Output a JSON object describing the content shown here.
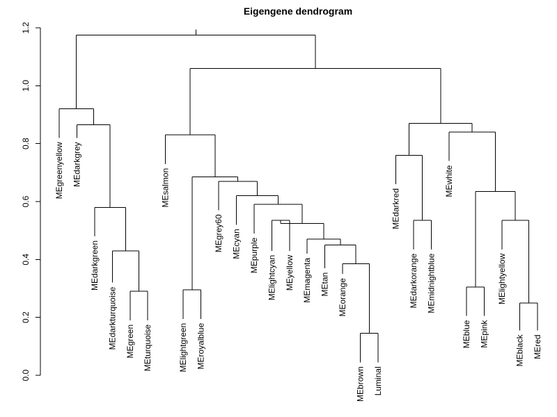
{
  "chart_data": {
    "type": "dendrogram",
    "title": "Eigengene dendrogram",
    "xlabel": "",
    "ylabel": "",
    "ylim": [
      0,
      1.2
    ],
    "yticks": [
      0.0,
      0.2,
      0.4,
      0.6,
      0.8,
      1.0,
      1.2
    ],
    "ytick_labels": [
      "0.0",
      "0.2",
      "0.4",
      "0.6",
      "0.8",
      "1.0",
      "1.2"
    ],
    "leaves": [
      {
        "id": "MEgreenyellow",
        "label": "MEgreenyellow",
        "height": 0.82
      },
      {
        "id": "MEdarkgrey",
        "label": "MEdarkgrey",
        "height": 0.82
      },
      {
        "id": "MEdarkgreen",
        "label": "MEdarkgreen",
        "height": 0.48
      },
      {
        "id": "MEdarkturquoise",
        "label": "MEdarkturquoise",
        "height": 0.32
      },
      {
        "id": "MEgreen",
        "label": "MEgreen",
        "height": 0.19
      },
      {
        "id": "MEturquoise",
        "label": "MEturquoise",
        "height": 0.19
      },
      {
        "id": "MEsalmon",
        "label": "MEsalmon",
        "height": 0.73
      },
      {
        "id": "MElightgreen",
        "label": "MElightgreen",
        "height": 0.195
      },
      {
        "id": "MEroyalblue",
        "label": "MEroyalblue",
        "height": 0.195
      },
      {
        "id": "MEgrey60",
        "label": "MEgrey60",
        "height": 0.57
      },
      {
        "id": "MEcyan",
        "label": "MEcyan",
        "height": 0.52
      },
      {
        "id": "MEpurple",
        "label": "MEpurple",
        "height": 0.49
      },
      {
        "id": "MElightcyan",
        "label": "MElightcyan",
        "height": 0.43
      },
      {
        "id": "MEyellow",
        "label": "MEyellow",
        "height": 0.43
      },
      {
        "id": "MEmagenta",
        "label": "MEmagenta",
        "height": 0.42
      },
      {
        "id": "MEtan",
        "label": "MEtan",
        "height": 0.37
      },
      {
        "id": "MEorange",
        "label": "MEorange",
        "height": 0.35
      },
      {
        "id": "MEbrown",
        "label": "MEbrown",
        "height": 0.045
      },
      {
        "id": "Luminal",
        "label": "Luminal",
        "height": 0.045
      },
      {
        "id": "MEdarkred",
        "label": "MEdarkred",
        "height": 0.66
      },
      {
        "id": "MEdarkorange",
        "label": "MEdarkorange",
        "height": 0.435
      },
      {
        "id": "MEmidnightblue",
        "label": "MEmidnightblue",
        "height": 0.435
      },
      {
        "id": "MEwhite",
        "label": "MEwhite",
        "height": 0.74
      },
      {
        "id": "MEblue",
        "label": "MEblue",
        "height": 0.205
      },
      {
        "id": "MEpink",
        "label": "MEpink",
        "height": 0.205
      },
      {
        "id": "MElightyellow",
        "label": "MElightyellow",
        "height": 0.435
      },
      {
        "id": "MEblack",
        "label": "MEblack",
        "height": 0.155
      },
      {
        "id": "MEred",
        "label": "MEred",
        "height": 0.155
      }
    ],
    "merges": [
      {
        "id": "n_gt",
        "children": [
          "MEgreen",
          "MEturquoise"
        ],
        "height": 0.29
      },
      {
        "id": "n_dt",
        "children": [
          "MEdarkturquoise",
          "n_gt"
        ],
        "height": 0.43
      },
      {
        "id": "n_dg",
        "children": [
          "MEdarkgreen",
          "n_dt"
        ],
        "height": 0.58
      },
      {
        "id": "n_dgr",
        "children": [
          "MEdarkgrey",
          "n_dg"
        ],
        "height": 0.865
      },
      {
        "id": "n_gy",
        "children": [
          "MEgreenyellow",
          "n_dgr"
        ],
        "height": 0.92
      },
      {
        "id": "n_lgrb",
        "children": [
          "MElightgreen",
          "MEroyalblue"
        ],
        "height": 0.295
      },
      {
        "id": "n_bl",
        "children": [
          "MEbrown",
          "Luminal"
        ],
        "height": 0.145
      },
      {
        "id": "n_or",
        "children": [
          "MEorange",
          "n_bl"
        ],
        "height": 0.385
      },
      {
        "id": "n_tan",
        "children": [
          "MEtan",
          "n_or"
        ],
        "height": 0.45
      },
      {
        "id": "n_mag",
        "children": [
          "MEmagenta",
          "n_tan"
        ],
        "height": 0.47
      },
      {
        "id": "n_ly",
        "children": [
          "MElightcyan",
          "MEyellow"
        ],
        "height": 0.535
      },
      {
        "id": "n_lym",
        "children": [
          "n_ly",
          "n_mag"
        ],
        "height": 0.525
      },
      {
        "id": "n_pur",
        "children": [
          "MEpurple",
          "n_lym"
        ],
        "height": 0.59
      },
      {
        "id": "n_cy",
        "children": [
          "MEcyan",
          "n_pur"
        ],
        "height": 0.62
      },
      {
        "id": "n_g60",
        "children": [
          "MEgrey60",
          "n_cy"
        ],
        "height": 0.67
      },
      {
        "id": "n_mid",
        "children": [
          "n_lgrb",
          "n_g60"
        ],
        "height": 0.685
      },
      {
        "id": "n_sal",
        "children": [
          "MEsalmon",
          "n_mid"
        ],
        "height": 0.83
      },
      {
        "id": "n_omb",
        "children": [
          "MEdarkorange",
          "MEmidnightblue"
        ],
        "height": 0.535
      },
      {
        "id": "n_dr",
        "children": [
          "MEdarkred",
          "n_omb"
        ],
        "height": 0.76
      },
      {
        "id": "n_bp",
        "children": [
          "MEblue",
          "MEpink"
        ],
        "height": 0.305
      },
      {
        "id": "n_br",
        "children": [
          "MEblack",
          "MEred"
        ],
        "height": 0.25
      },
      {
        "id": "n_lyw",
        "children": [
          "MElightyellow",
          "n_br"
        ],
        "height": 0.535
      },
      {
        "id": "n_bpl",
        "children": [
          "n_bp",
          "n_lyw"
        ],
        "height": 0.635
      },
      {
        "id": "n_wh",
        "children": [
          "MEwhite",
          "n_bpl"
        ],
        "height": 0.84
      },
      {
        "id": "n_right",
        "children": [
          "n_dr",
          "n_wh"
        ],
        "height": 0.87
      },
      {
        "id": "n_mr",
        "children": [
          "n_sal",
          "n_right"
        ],
        "height": 1.06
      },
      {
        "id": "n_root",
        "children": [
          "n_gy",
          "n_mr"
        ],
        "height": 1.175
      }
    ]
  }
}
